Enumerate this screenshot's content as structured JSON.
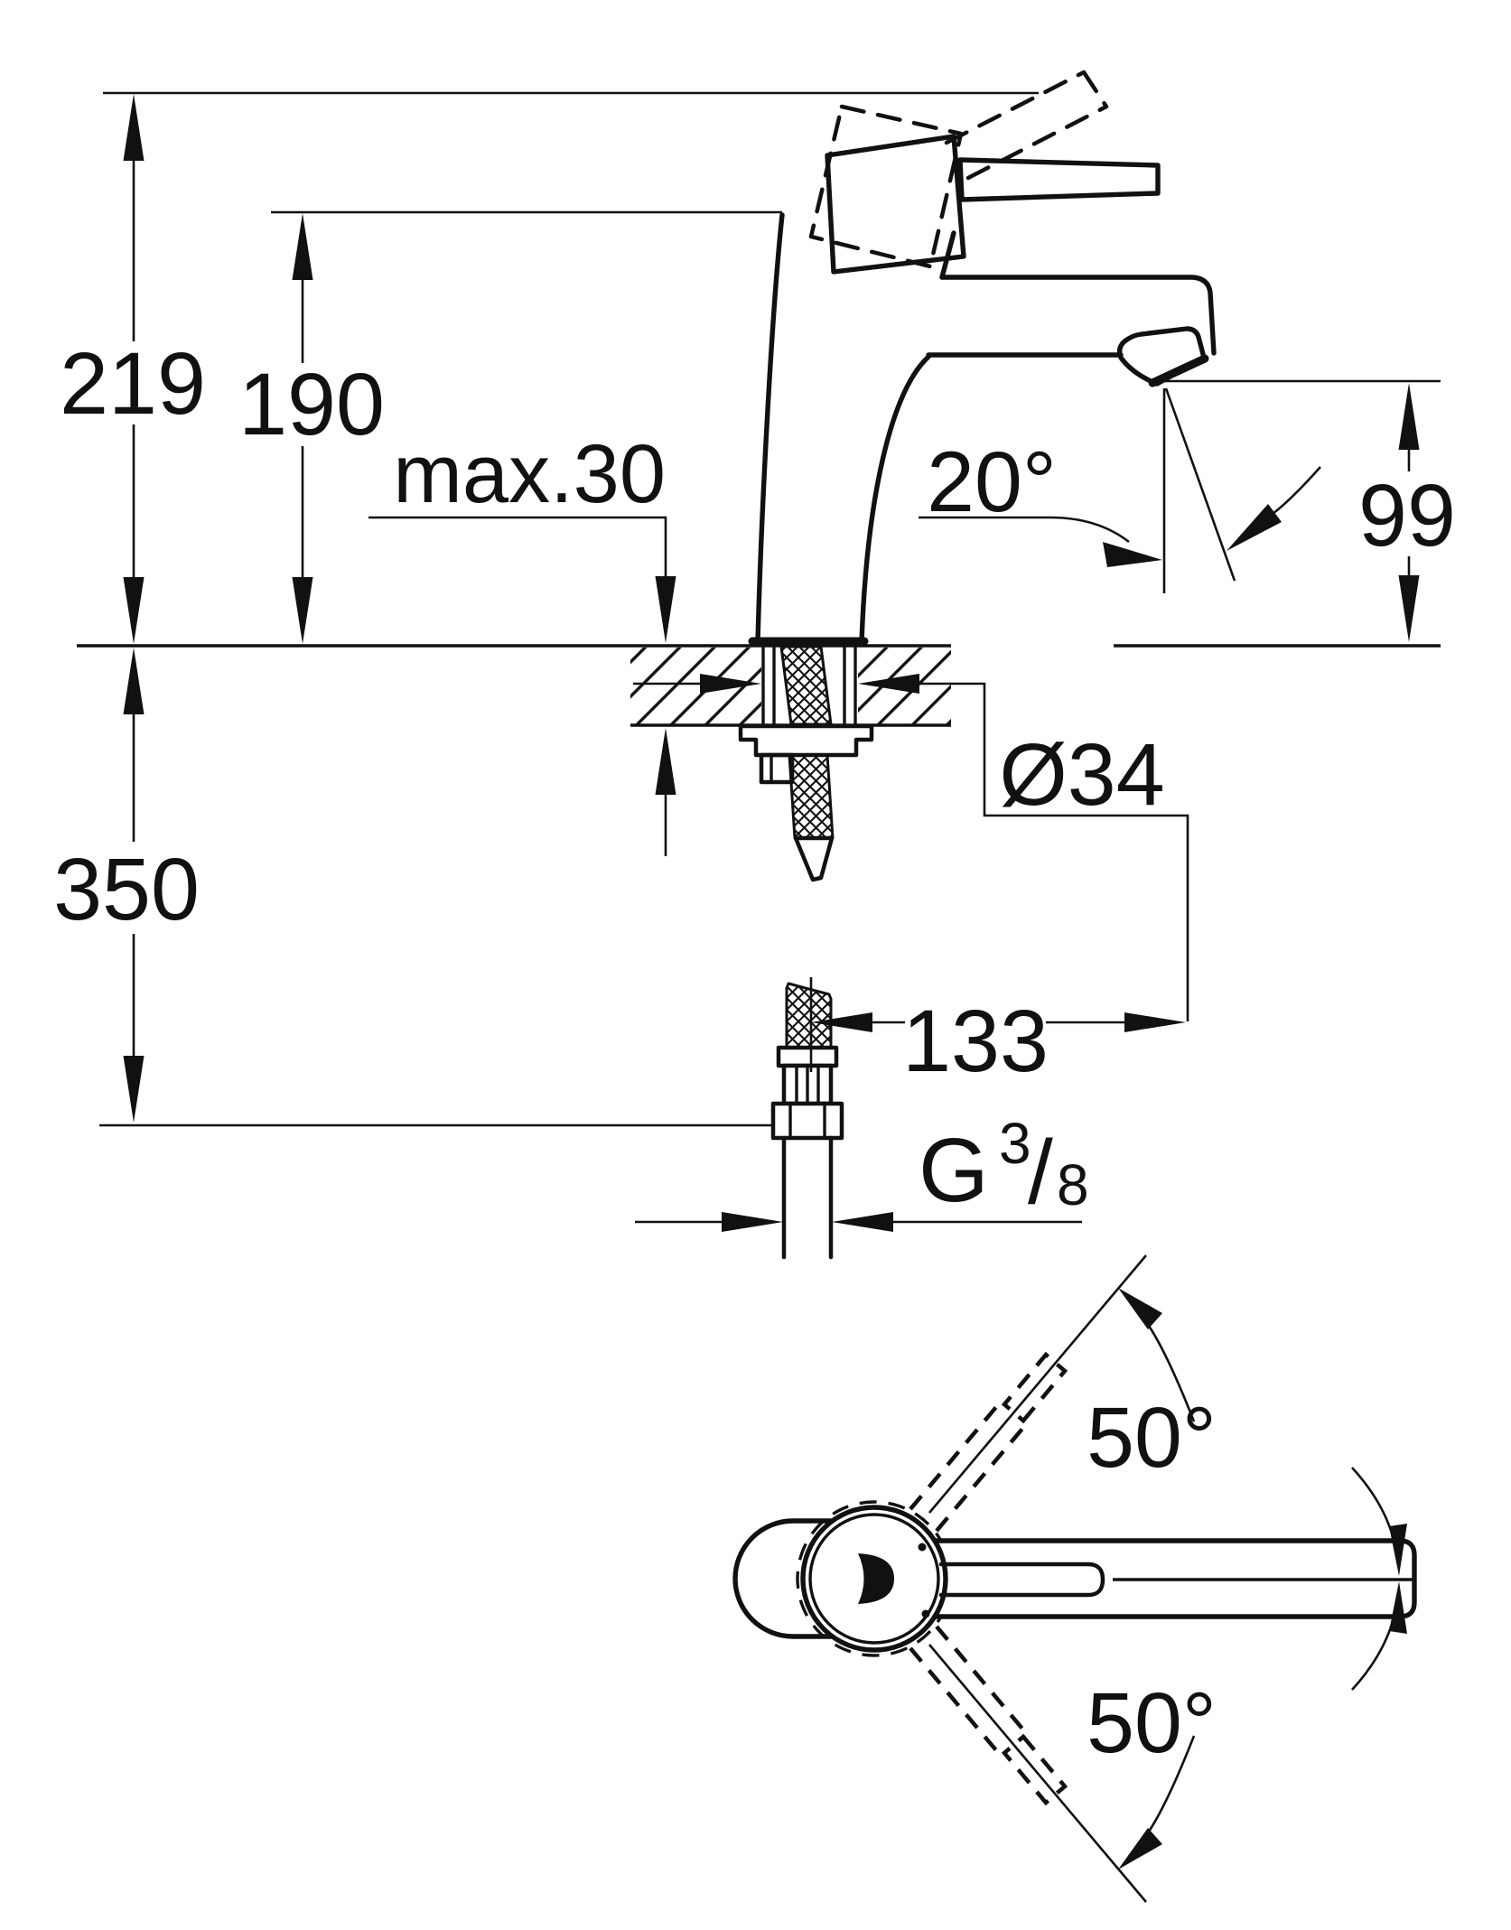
{
  "page": {
    "background": "#ffffff",
    "ink": "#111111"
  },
  "drawing": {
    "labels": {
      "height_overall": "219",
      "height_to_spout": "190",
      "deck_thickness": "max.30",
      "spray_angle": "20°",
      "outlet_height": "99",
      "below_deck_depth": "350",
      "hole_diameter": "Ø34",
      "spout_reach": "133",
      "thread_letter": "G",
      "thread_numerator": "3",
      "thread_slash": "/",
      "thread_denominator": "8",
      "swivel_angle_up": "50°",
      "swivel_angle_down": "50°"
    }
  }
}
